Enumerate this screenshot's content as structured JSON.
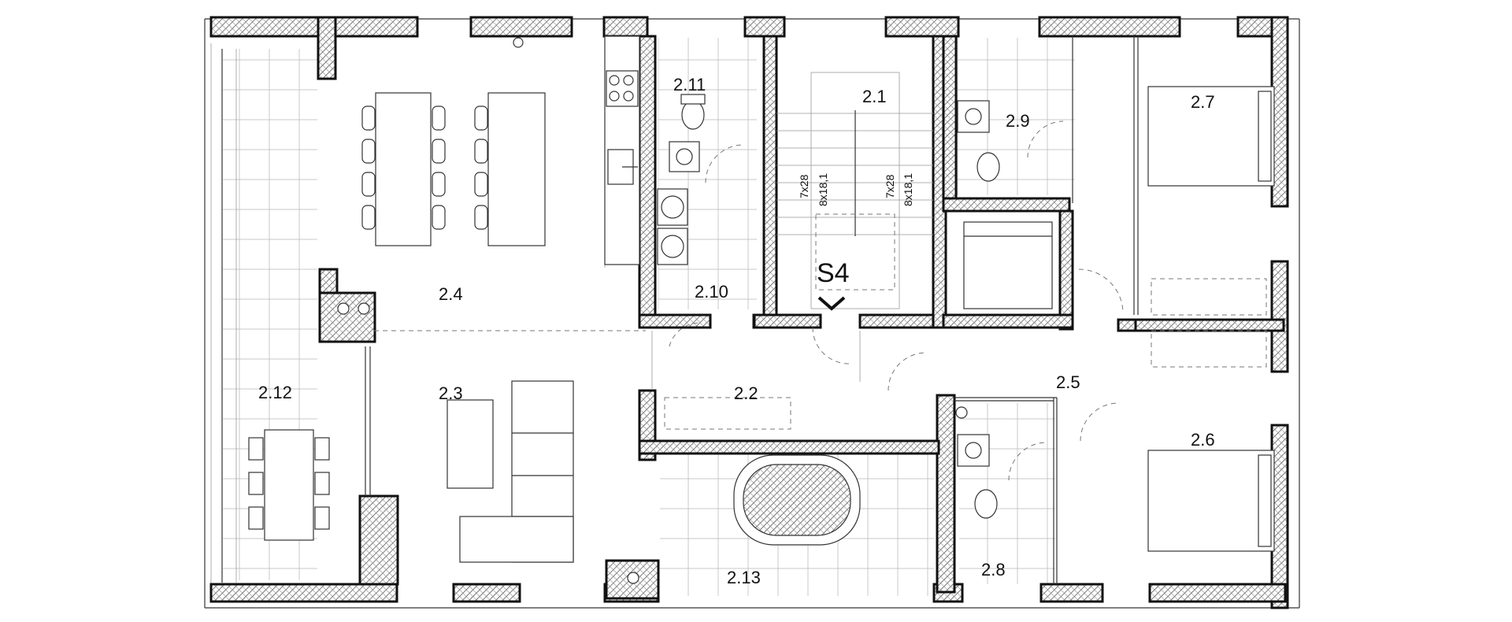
{
  "rooms": {
    "r2_1": "2.1",
    "r2_2": "2.2",
    "r2_3": "2.3",
    "r2_4": "2.4",
    "r2_5": "2.5",
    "r2_6": "2.6",
    "r2_7": "2.7",
    "r2_8": "2.8",
    "r2_9": "2.9",
    "r2_10": "2.10",
    "r2_11": "2.11",
    "r2_12": "2.12",
    "r2_13": "2.13"
  },
  "stairs": {
    "left_steps": "7x28",
    "left_rise": "8x18,1",
    "right_steps": "7x28",
    "right_rise": "8x18,1"
  },
  "section": {
    "label": "S4"
  }
}
